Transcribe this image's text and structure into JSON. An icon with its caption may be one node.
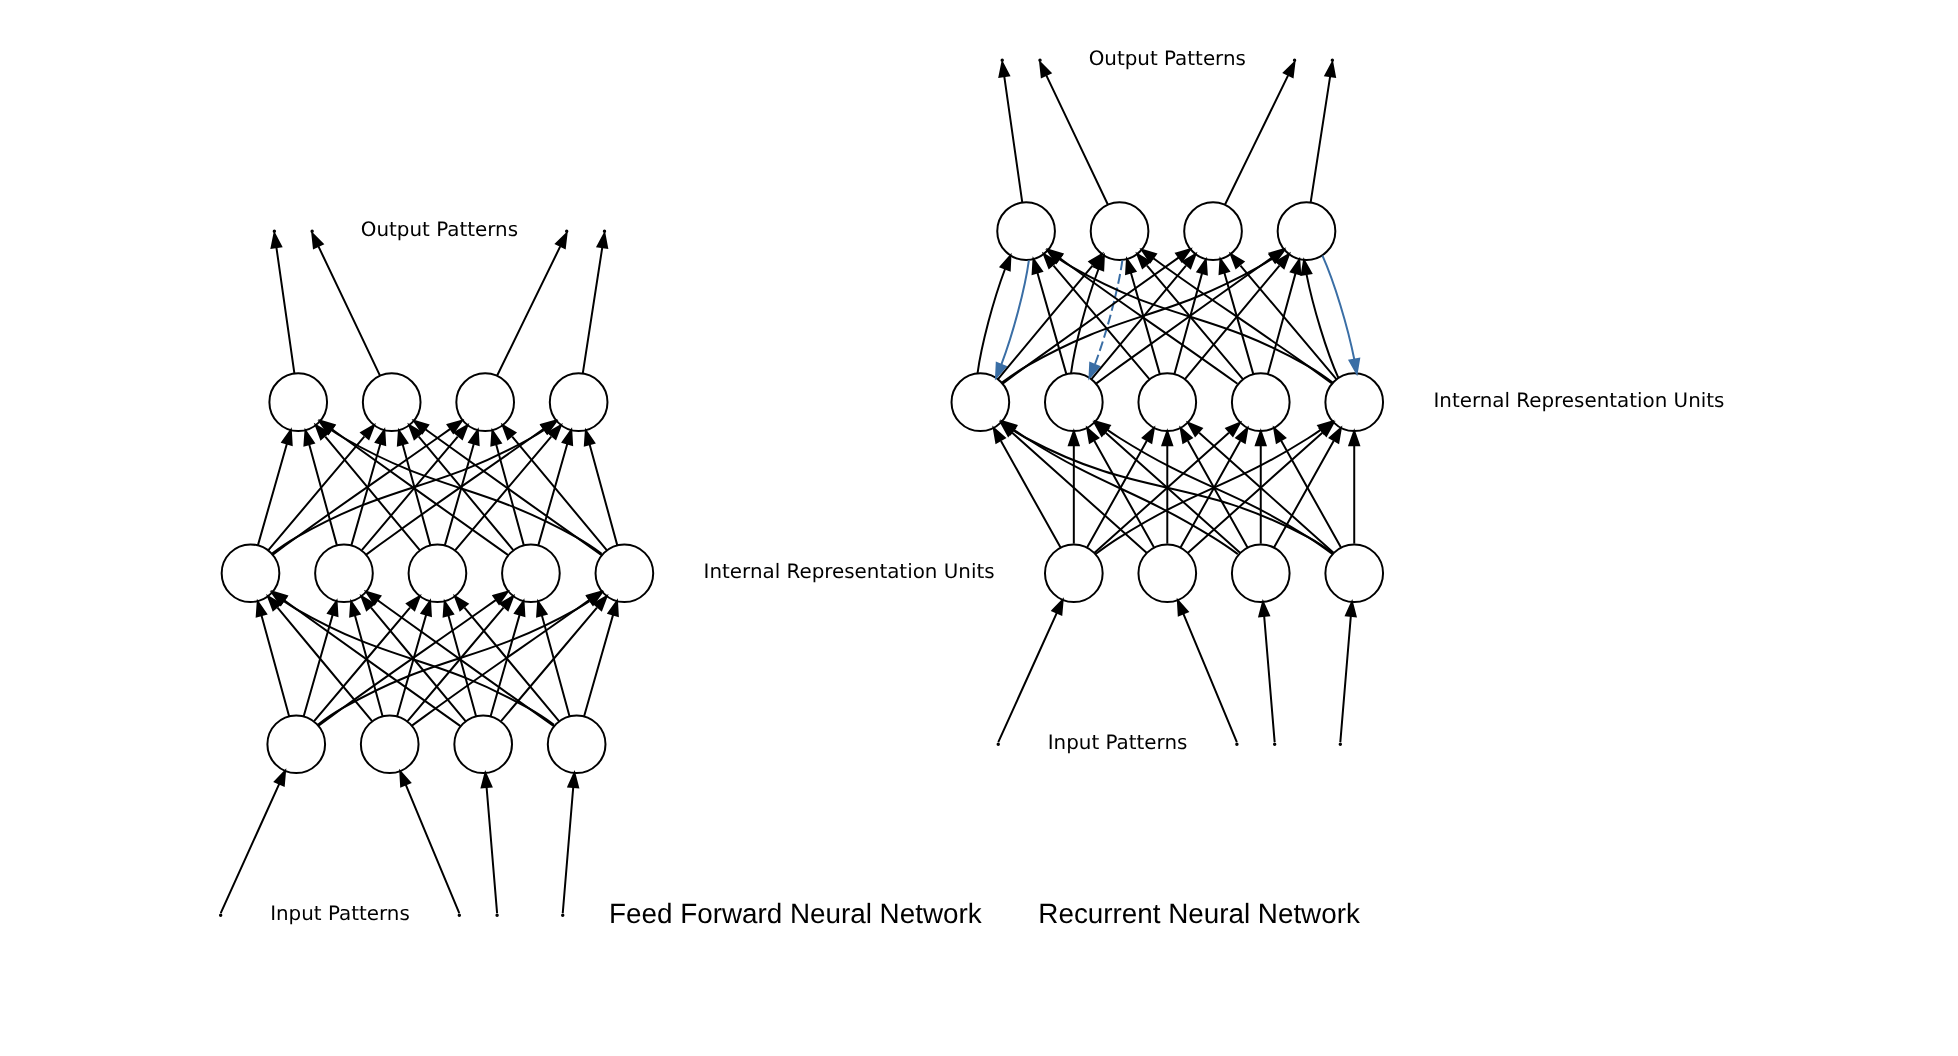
{
  "diagram": {
    "nodes": [
      {
        "text": [],
        "shape": "circle"
      },
      {
        "text": [],
        "shape": "circle"
      },
      {
        "text": [],
        "shape": "circle"
      },
      {
        "text": [],
        "shape": "circle"
      },
      {
        "text": [],
        "shape": "circle"
      },
      {
        "text": [],
        "shape": "circle"
      },
      {
        "text": [],
        "shape": "circle"
      },
      {
        "text": [],
        "shape": "circle"
      },
      {
        "text": [],
        "shape": "circle"
      },
      {
        "text": [],
        "shape": "circle"
      },
      {
        "text": [],
        "shape": "circle"
      },
      {
        "text": [],
        "shape": "circle"
      },
      {
        "text": [],
        "shape": "circle"
      },
      {
        "text": [],
        "shape": "circle"
      },
      {
        "text": [],
        "shape": "circle"
      },
      {
        "text": [],
        "shape": "circle"
      },
      {
        "text": [],
        "shape": "circle"
      },
      {
        "text": [],
        "shape": "circle"
      },
      {
        "text": [],
        "shape": "circle"
      },
      {
        "text": [],
        "shape": "circle"
      },
      {
        "text": [],
        "shape": "circle"
      },
      {
        "text": [],
        "shape": "circle"
      },
      {
        "text": [],
        "shape": "circle"
      },
      {
        "text": [],
        "shape": "circle"
      },
      {
        "text": [],
        "shape": "circle"
      },
      {
        "text": [],
        "shape": "circle"
      }
    ],
    "edges": [
      {
        "from": null,
        "to": 9,
        "arrow": "to"
      },
      {
        "from": null,
        "to": 10,
        "arrow": "to"
      },
      {
        "from": null,
        "to": 11,
        "arrow": "to"
      },
      {
        "from": null,
        "to": 12,
        "arrow": "to"
      },
      {
        "from": 9,
        "to": 4,
        "arrow": "to"
      },
      {
        "from": 9,
        "to": 5,
        "arrow": "to"
      },
      {
        "from": 9,
        "to": 6,
        "arrow": "to"
      },
      {
        "from": 9,
        "to": 7,
        "arrow": "to"
      },
      {
        "from": 9,
        "to": 8,
        "arrow": "to"
      },
      {
        "from": 10,
        "to": 4,
        "arrow": "to"
      },
      {
        "from": 10,
        "to": 5,
        "arrow": "to"
      },
      {
        "from": 10,
        "to": 6,
        "arrow": "to"
      },
      {
        "from": 10,
        "to": 7,
        "arrow": "to"
      },
      {
        "from": 10,
        "to": 8,
        "arrow": "to"
      },
      {
        "from": 11,
        "to": 4,
        "arrow": "to"
      },
      {
        "from": 11,
        "to": 5,
        "arrow": "to"
      },
      {
        "from": 11,
        "to": 6,
        "arrow": "to"
      },
      {
        "from": 11,
        "to": 7,
        "arrow": "to"
      },
      {
        "from": 11,
        "to": 8,
        "arrow": "to"
      },
      {
        "from": 12,
        "to": 4,
        "arrow": "to"
      },
      {
        "from": 12,
        "to": 5,
        "arrow": "to"
      },
      {
        "from": 12,
        "to": 6,
        "arrow": "to"
      },
      {
        "from": 12,
        "to": 7,
        "arrow": "to"
      },
      {
        "from": 12,
        "to": 8,
        "arrow": "to"
      },
      {
        "from": 4,
        "to": 0,
        "arrow": "to"
      },
      {
        "from": 4,
        "to": 1,
        "arrow": "to"
      },
      {
        "from": 4,
        "to": 2,
        "arrow": "to"
      },
      {
        "from": 4,
        "to": 3,
        "arrow": "to"
      },
      {
        "from": 5,
        "to": 0,
        "arrow": "to"
      },
      {
        "from": 5,
        "to": 1,
        "arrow": "to"
      },
      {
        "from": 5,
        "to": 2,
        "arrow": "to"
      },
      {
        "from": 5,
        "to": 3,
        "arrow": "to"
      },
      {
        "from": 6,
        "to": 0,
        "arrow": "to"
      },
      {
        "from": 6,
        "to": 1,
        "arrow": "to"
      },
      {
        "from": 6,
        "to": 2,
        "arrow": "to"
      },
      {
        "from": 6,
        "to": 3,
        "arrow": "to"
      },
      {
        "from": 7,
        "to": 0,
        "arrow": "to"
      },
      {
        "from": 7,
        "to": 1,
        "arrow": "to"
      },
      {
        "from": 7,
        "to": 2,
        "arrow": "to"
      },
      {
        "from": 7,
        "to": 3,
        "arrow": "to"
      },
      {
        "from": 8,
        "to": 0,
        "arrow": "to"
      },
      {
        "from": 8,
        "to": 1,
        "arrow": "to"
      },
      {
        "from": 8,
        "to": 2,
        "arrow": "to"
      },
      {
        "from": 8,
        "to": 3,
        "arrow": "to"
      },
      {
        "from": 0,
        "to": null,
        "arrow": "to"
      },
      {
        "from": 1,
        "to": null,
        "arrow": "to"
      },
      {
        "from": 2,
        "to": null,
        "arrow": "to"
      },
      {
        "from": 3,
        "to": null,
        "arrow": "to"
      },
      {
        "from": null,
        "to": 22,
        "arrow": "to"
      },
      {
        "from": null,
        "to": 23,
        "arrow": "to"
      },
      {
        "from": null,
        "to": 24,
        "arrow": "to"
      },
      {
        "from": null,
        "to": 25,
        "arrow": "to"
      },
      {
        "from": 22,
        "to": 17,
        "arrow": "to"
      },
      {
        "from": 22,
        "to": 18,
        "arrow": "to"
      },
      {
        "from": 22,
        "to": 19,
        "arrow": "to"
      },
      {
        "from": 22,
        "to": 20,
        "arrow": "to"
      },
      {
        "from": 22,
        "to": 21,
        "arrow": "to"
      },
      {
        "from": 23,
        "to": 17,
        "arrow": "to"
      },
      {
        "from": 23,
        "to": 18,
        "arrow": "to"
      },
      {
        "from": 23,
        "to": 19,
        "arrow": "to"
      },
      {
        "from": 23,
        "to": 20,
        "arrow": "to"
      },
      {
        "from": 23,
        "to": 21,
        "arrow": "to"
      },
      {
        "from": 24,
        "to": 17,
        "arrow": "to"
      },
      {
        "from": 24,
        "to": 18,
        "arrow": "to"
      },
      {
        "from": 24,
        "to": 19,
        "arrow": "to"
      },
      {
        "from": 24,
        "to": 20,
        "arrow": "to"
      },
      {
        "from": 24,
        "to": 21,
        "arrow": "to"
      },
      {
        "from": 25,
        "to": 17,
        "arrow": "to"
      },
      {
        "from": 25,
        "to": 18,
        "arrow": "to"
      },
      {
        "from": 25,
        "to": 19,
        "arrow": "to"
      },
      {
        "from": 25,
        "to": 20,
        "arrow": "to"
      },
      {
        "from": 25,
        "to": 21,
        "arrow": "to"
      },
      {
        "from": 17,
        "to": 13,
        "arrow": "to"
      },
      {
        "from": 17,
        "to": 14,
        "arrow": "to"
      },
      {
        "from": 17,
        "to": 15,
        "arrow": "to"
      },
      {
        "from": 17,
        "to": 16,
        "arrow": "to"
      },
      {
        "from": 18,
        "to": 13,
        "arrow": "to"
      },
      {
        "from": 18,
        "to": 14,
        "arrow": "to"
      },
      {
        "from": 18,
        "to": 15,
        "arrow": "to"
      },
      {
        "from": 18,
        "to": 16,
        "arrow": "to"
      },
      {
        "from": 19,
        "to": 13,
        "arrow": "to"
      },
      {
        "from": 19,
        "to": 14,
        "arrow": "to"
      },
      {
        "from": 19,
        "to": 15,
        "arrow": "to"
      },
      {
        "from": 19,
        "to": 16,
        "arrow": "to"
      },
      {
        "from": 20,
        "to": 13,
        "arrow": "to"
      },
      {
        "from": 20,
        "to": 14,
        "arrow": "to"
      },
      {
        "from": 20,
        "to": 15,
        "arrow": "to"
      },
      {
        "from": 20,
        "to": 16,
        "arrow": "to"
      },
      {
        "from": 21,
        "to": 13,
        "arrow": "to"
      },
      {
        "from": 21,
        "to": 14,
        "arrow": "to"
      },
      {
        "from": 21,
        "to": 15,
        "arrow": "to"
      },
      {
        "from": 21,
        "to": 16,
        "arrow": "to"
      },
      {
        "from": 13,
        "to": null,
        "arrow": "to"
      },
      {
        "from": 14,
        "to": null,
        "arrow": "to"
      },
      {
        "from": 15,
        "to": null,
        "arrow": "to"
      },
      {
        "from": 16,
        "to": null,
        "arrow": "to"
      },
      {
        "from": 13,
        "to": 17,
        "arrow": "to",
        "color": "#3a6ea5"
      },
      {
        "from": 14,
        "to": 18,
        "arrow": "to",
        "style": "dashed",
        "color": "#3a6ea5"
      },
      {
        "from": 16,
        "to": 21,
        "arrow": "to",
        "color": "#3a6ea5"
      }
    ],
    "labels": [
      "Output Patterns",
      "Output Patterns",
      "Internal Representation Units",
      "Internal Representation Units",
      "Input Patterns",
      "Input Patterns",
      "Feed Forward Neural Network",
      "Recurrent Neural Network"
    ]
  }
}
